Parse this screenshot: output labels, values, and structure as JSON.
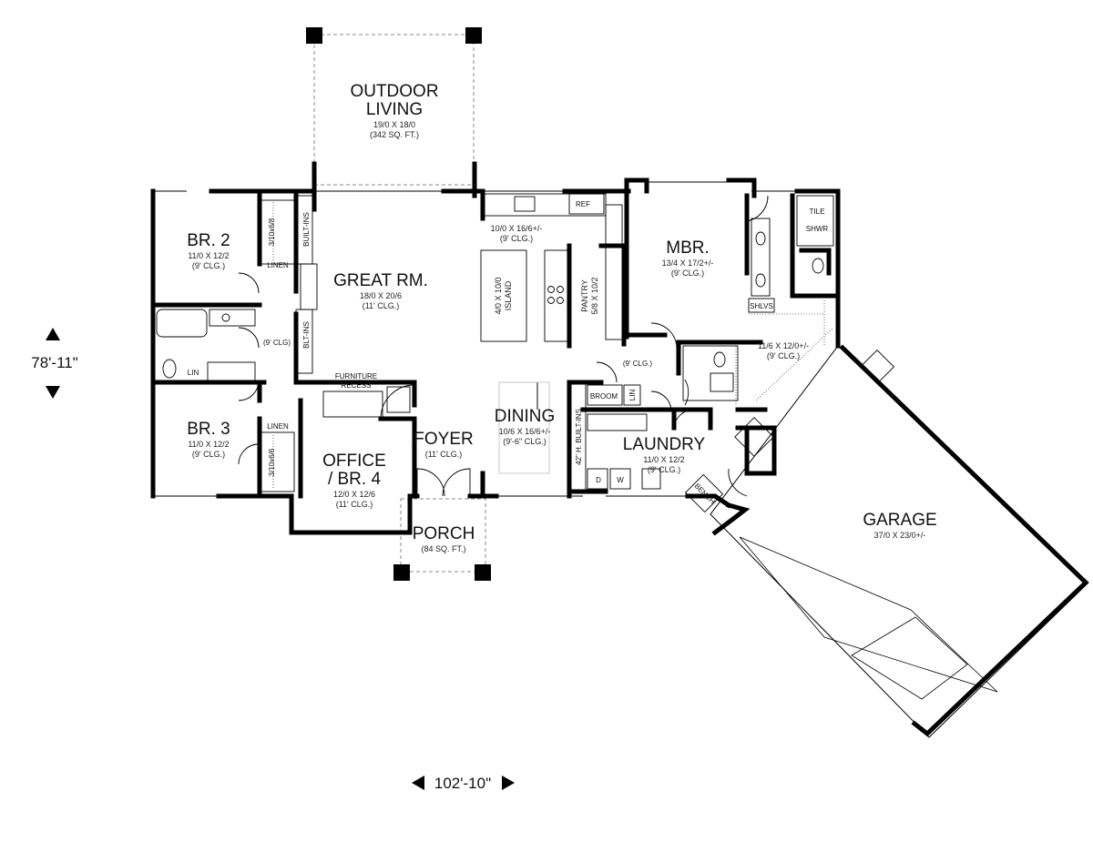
{
  "rooms": {
    "outdoor": {
      "line1": "OUTDOOR",
      "line2": "LIVING",
      "dims": "19/0 X 18/0",
      "extra": "(342 SQ. FT.)"
    },
    "br2": {
      "name": "BR. 2",
      "dims": "11/0 X 12/2",
      "clg": "(9' CLG.)"
    },
    "br3": {
      "name": "BR. 3",
      "dims": "11/0 X 12/2",
      "clg": "(9' CLG.)"
    },
    "great": {
      "name": "GREAT RM.",
      "dims": "18/0 X 20/6",
      "clg": "(11' CLG.)"
    },
    "kitchen": {
      "dims": "10/0 X 16/6+/-",
      "clg": "(9' CLG.)"
    },
    "island": {
      "dims": "4/0 X 10/0",
      "name": "ISLAND"
    },
    "pantry": {
      "name": "PANTRY",
      "dims": "5/8 X 10/2"
    },
    "mbr": {
      "name": "MBR.",
      "dims": "13/4 X 17/2+/-",
      "clg": "(9' CLG.)"
    },
    "mbath": {
      "dims": "11/6 X 12/0+/-",
      "clg": "(9' CLG.)"
    },
    "dining": {
      "name": "DINING",
      "dims": "10/6 X 16/6+/-",
      "clg": "(9'-6\" CLG.)"
    },
    "foyer": {
      "name": "FOYER",
      "clg": "(11' CLG.)"
    },
    "office": {
      "line1": "OFFICE",
      "line2": "/ BR. 4",
      "dims": "12/0 X 12/6",
      "clg": "(11' CLG.)"
    },
    "porch": {
      "name": "PORCH",
      "extra": "(84 SQ. FT.)"
    },
    "laundry": {
      "name": "LAUNDRY",
      "dims": "11/0 X 12/2",
      "clg": "(9' CLG.)"
    },
    "garage": {
      "name": "GARAGE",
      "dims": "37/0 X 23/0+/-"
    }
  },
  "labels": {
    "ref": "REF",
    "tile": "TILE",
    "shwr": "SHWR",
    "shlvs": "SHLVS",
    "linen": "LINEN",
    "lin": "LIN",
    "closet1": "3/10x6/8",
    "closet2": "3/10x6/6",
    "builtins": "BUILT-INS",
    "bltins": "BLT-INS",
    "hall_clg": "(9' CLG)",
    "furniture": "FURNITURE",
    "recess": "RECESS",
    "broom": "BROOM",
    "hall2_clg": "(9' CLG.)",
    "builtins42": "42\" H. BUILT-INS",
    "washer": "W",
    "dryer": "D",
    "bench": "BENCH"
  },
  "overall": {
    "depth": "78'-11\"",
    "width": "102'-10\""
  }
}
